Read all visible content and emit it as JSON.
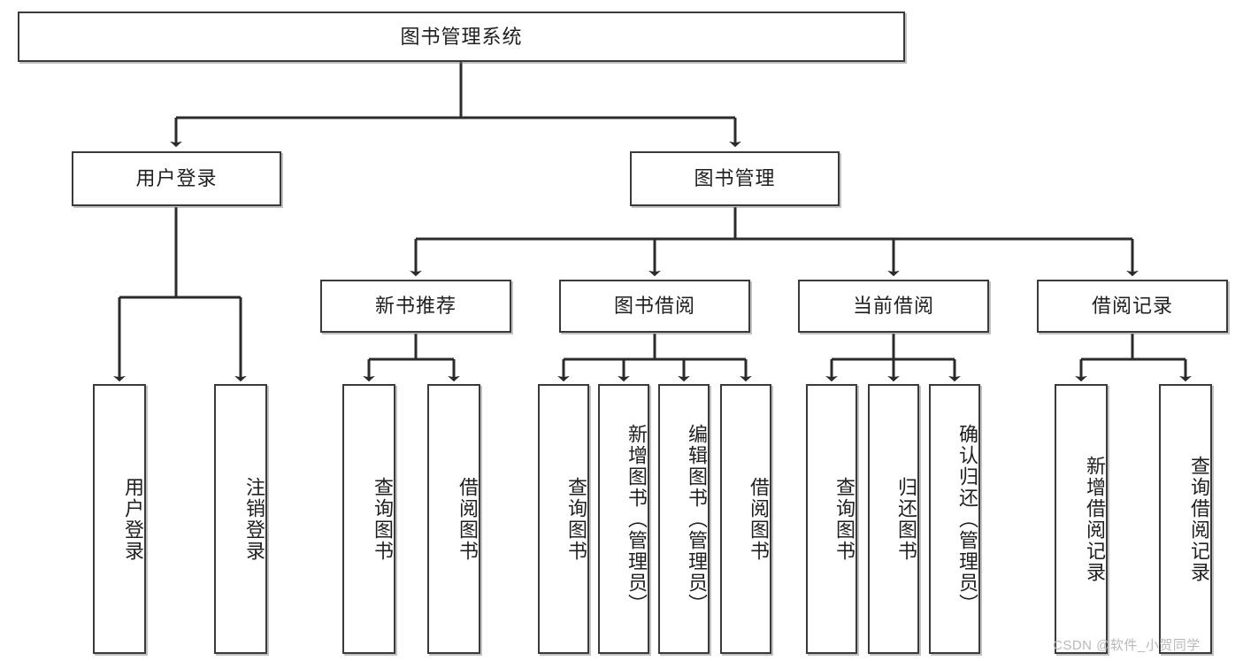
{
  "diagram": {
    "title": "图书管理系统",
    "type": "tree-hierarchy-diagram",
    "watermark": "CSDN @软件_小贺同学",
    "colors": {
      "background": "#ffffff",
      "box_border": "#3a3a3a",
      "box_fill": "#ffffff",
      "connector": "#2b2b2b",
      "text": "#1f1f1f",
      "watermark": "#b9b9b9"
    },
    "levels": {
      "root": "图书管理系统",
      "level2": [
        "用户登录",
        "图书管理"
      ],
      "level3": [
        "新书推荐",
        "图书借阅",
        "当前借阅",
        "借阅记录"
      ]
    },
    "nodes": {
      "root": {
        "label": "图书管理系统"
      },
      "user_login": {
        "label": "用户登录"
      },
      "book_manage": {
        "label": "图书管理"
      },
      "new_book_rec": {
        "label": "新书推荐"
      },
      "book_borrow": {
        "label": "图书借阅"
      },
      "current_borrow": {
        "label": "当前借阅"
      },
      "borrow_record": {
        "label": "借阅记录"
      },
      "leaf_user_login": {
        "label": "用户登录"
      },
      "leaf_logout": {
        "label": "注销登录"
      },
      "leaf_query_book_1": {
        "label": "查询图书"
      },
      "leaf_borrow_book_1": {
        "label": "借阅图书"
      },
      "leaf_query_book_2": {
        "label": "查询图书"
      },
      "leaf_add_book": {
        "label": "新增图书（管理员）"
      },
      "leaf_edit_book": {
        "label": "编辑图书（管理员）"
      },
      "leaf_borrow_book_2": {
        "label": "借阅图书"
      },
      "leaf_query_book_3": {
        "label": "查询图书"
      },
      "leaf_return_book": {
        "label": "归还图书"
      },
      "leaf_confirm_return": {
        "label": "确认归还（管理员）"
      },
      "leaf_add_record": {
        "label": "新增借阅记录"
      },
      "leaf_query_record": {
        "label": "查询借阅记录"
      }
    },
    "edges": [
      {
        "from": "root",
        "to": "user_login"
      },
      {
        "from": "root",
        "to": "book_manage"
      },
      {
        "from": "user_login",
        "to": "leaf_user_login"
      },
      {
        "from": "user_login",
        "to": "leaf_logout"
      },
      {
        "from": "book_manage",
        "to": "new_book_rec"
      },
      {
        "from": "book_manage",
        "to": "book_borrow"
      },
      {
        "from": "book_manage",
        "to": "current_borrow"
      },
      {
        "from": "book_manage",
        "to": "borrow_record"
      },
      {
        "from": "new_book_rec",
        "to": "leaf_query_book_1"
      },
      {
        "from": "new_book_rec",
        "to": "leaf_borrow_book_1"
      },
      {
        "from": "book_borrow",
        "to": "leaf_query_book_2"
      },
      {
        "from": "book_borrow",
        "to": "leaf_add_book"
      },
      {
        "from": "book_borrow",
        "to": "leaf_edit_book"
      },
      {
        "from": "book_borrow",
        "to": "leaf_borrow_book_2"
      },
      {
        "from": "current_borrow",
        "to": "leaf_query_book_3"
      },
      {
        "from": "current_borrow",
        "to": "leaf_return_book"
      },
      {
        "from": "current_borrow",
        "to": "leaf_confirm_return"
      },
      {
        "from": "borrow_record",
        "to": "leaf_add_record"
      },
      {
        "from": "borrow_record",
        "to": "leaf_query_record"
      }
    ]
  }
}
